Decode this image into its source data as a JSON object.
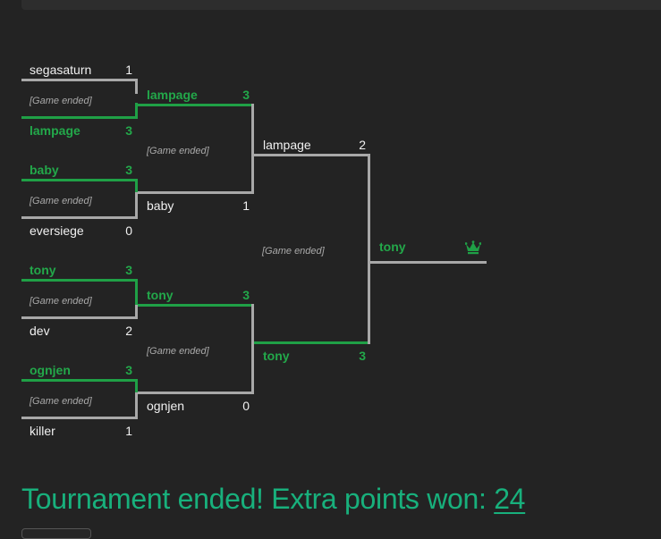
{
  "status_text": "[Game ended]",
  "accent_color": "#23a84a",
  "round1": [
    {
      "p1": {
        "name": "segasaturn",
        "score": "1"
      },
      "p2": {
        "name": "lampage",
        "score": "3"
      },
      "winner": 2
    },
    {
      "p1": {
        "name": "baby",
        "score": "3"
      },
      "p2": {
        "name": "eversiege",
        "score": "0"
      },
      "winner": 1
    },
    {
      "p1": {
        "name": "tony",
        "score": "3"
      },
      "p2": {
        "name": "dev",
        "score": "2"
      },
      "winner": 1
    },
    {
      "p1": {
        "name": "ognjen",
        "score": "3"
      },
      "p2": {
        "name": "killer",
        "score": "1"
      },
      "winner": 1
    }
  ],
  "round2": [
    {
      "p1": {
        "name": "lampage",
        "score": "3"
      },
      "p2": {
        "name": "baby",
        "score": "1"
      },
      "winner": 1
    },
    {
      "p1": {
        "name": "tony",
        "score": "3"
      },
      "p2": {
        "name": "ognjen",
        "score": "0"
      },
      "winner": 1
    }
  ],
  "final": {
    "p1": {
      "name": "lampage",
      "score": "2"
    },
    "p2": {
      "name": "tony",
      "score": "3"
    },
    "winner": 2
  },
  "champion": {
    "name": "tony",
    "icon": "crown-icon"
  },
  "footer": {
    "message": "Tournament ended! Extra points won: ",
    "points": "24"
  }
}
